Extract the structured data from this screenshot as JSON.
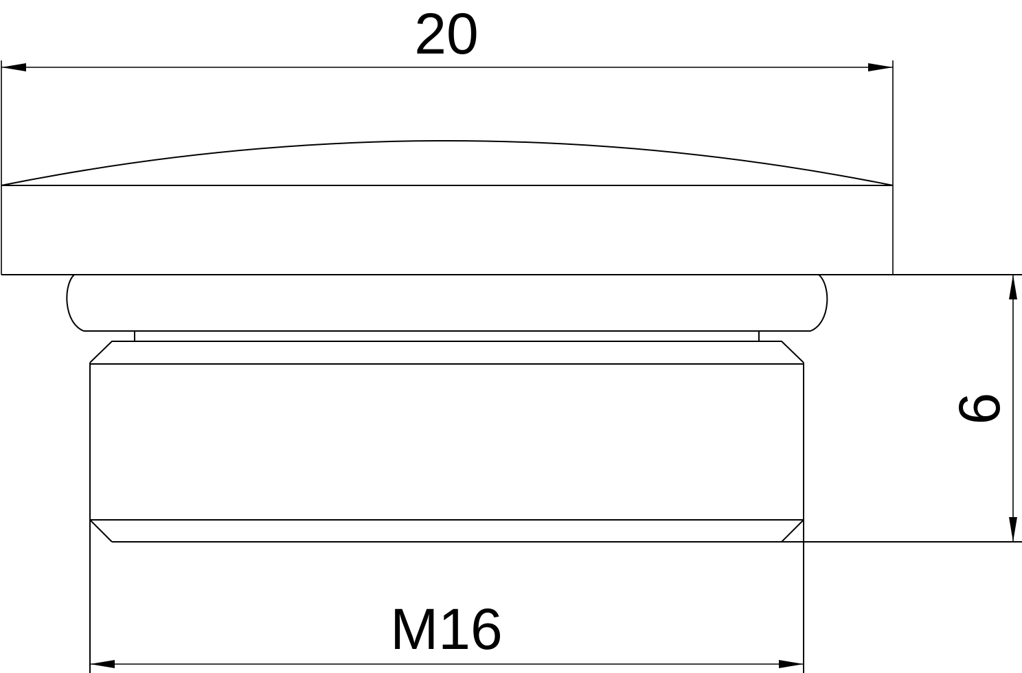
{
  "drawing": {
    "dimensions": {
      "overall_width": "20",
      "height": "6",
      "thread": "M16"
    },
    "colors": {
      "line": "#000000",
      "background": "#ffffff"
    }
  }
}
